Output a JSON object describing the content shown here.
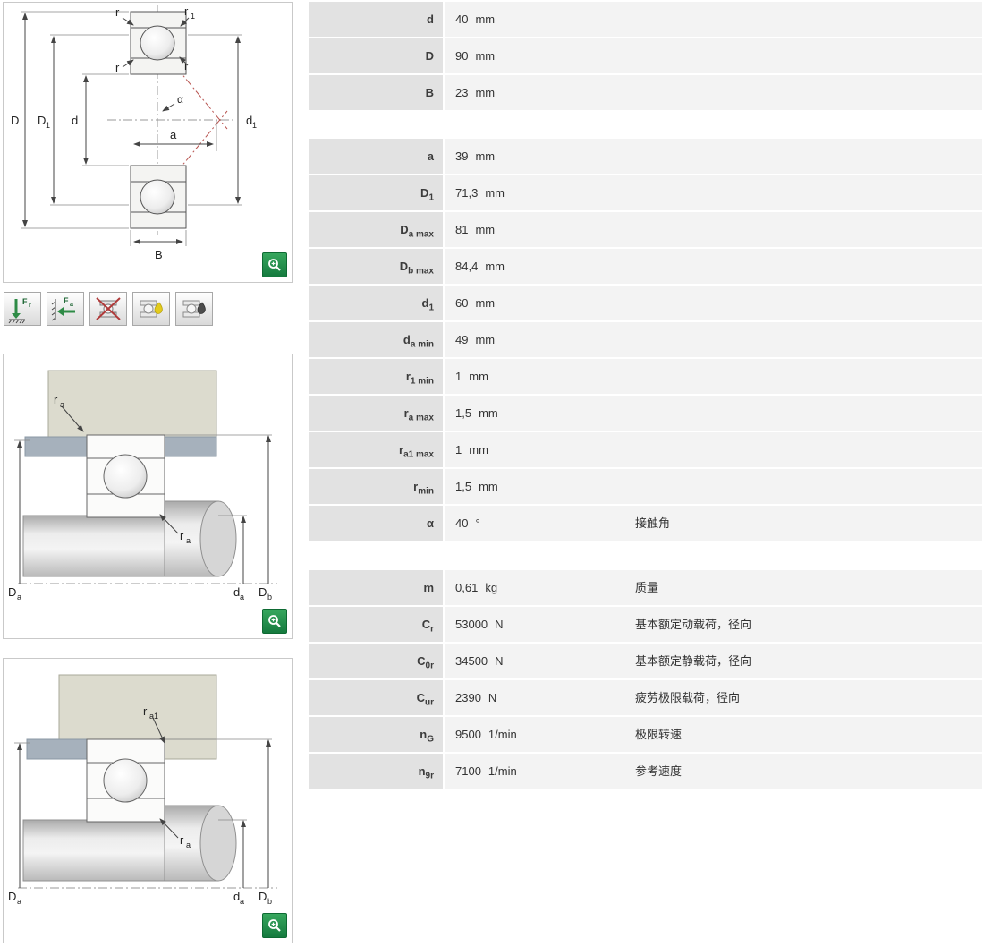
{
  "drawing1": {
    "labels": {
      "r_top": "r",
      "r1_main": "r",
      "r1_sub": "1",
      "r_mid_left": "r",
      "r_mid_right": "r",
      "D": "D",
      "D1_main": "D",
      "D1_sub": "1",
      "d": "d",
      "alpha": "α",
      "a": "a",
      "d1_main": "d",
      "d1_sub": "1",
      "B": "B"
    }
  },
  "drawing2": {
    "labels": {
      "ra_main": "r",
      "ra_sub": "a",
      "Da_main": "D",
      "Da_sub": "a",
      "da_main": "d",
      "da_sub": "a",
      "Db_main": "D",
      "Db_sub": "b"
    }
  },
  "drawing3": {
    "labels": {
      "ra1_main": "r",
      "ra1_sub": "a1",
      "ra_main": "r",
      "ra_sub": "a",
      "Da_main": "D",
      "Da_sub": "a",
      "da_main": "d",
      "da_sub": "a",
      "Db_main": "D",
      "Db_sub": "b"
    }
  },
  "icons": [
    {
      "label_main": "F",
      "label_sub": "r"
    },
    {
      "label_main": "F",
      "label_sub": "a"
    },
    {},
    {},
    {}
  ],
  "colors": {
    "accent_green": "#157a3e",
    "red_line": "#b85450",
    "housing_beige": "#dcdbce",
    "spacer_blue": "#a6b1bc"
  },
  "tables": [
    {
      "rows": [
        {
          "main": "d",
          "sub": "",
          "value": "40",
          "unit": "mm",
          "desc": ""
        },
        {
          "main": "D",
          "sub": "",
          "value": "90",
          "unit": "mm",
          "desc": ""
        },
        {
          "main": "B",
          "sub": "",
          "value": "23",
          "unit": "mm",
          "desc": ""
        }
      ]
    },
    {
      "rows": [
        {
          "main": "a",
          "sub": "",
          "value": "39",
          "unit": "mm",
          "desc": ""
        },
        {
          "main": "D",
          "sub": "1",
          "value": "71,3",
          "unit": "mm",
          "desc": ""
        },
        {
          "main": "D",
          "sub": "a max",
          "value": "81",
          "unit": "mm",
          "desc": ""
        },
        {
          "main": "D",
          "sub": "b max",
          "value": "84,4",
          "unit": "mm",
          "desc": ""
        },
        {
          "main": "d",
          "sub": "1",
          "value": "60",
          "unit": "mm",
          "desc": ""
        },
        {
          "main": "d",
          "sub": "a min",
          "value": "49",
          "unit": "mm",
          "desc": ""
        },
        {
          "main": "r",
          "sub": "1 min",
          "value": "1",
          "unit": "mm",
          "desc": ""
        },
        {
          "main": "r",
          "sub": "a max",
          "value": "1,5",
          "unit": "mm",
          "desc": ""
        },
        {
          "main": "r",
          "sub": "a1 max",
          "value": "1",
          "unit": "mm",
          "desc": ""
        },
        {
          "main": "r",
          "sub": "min",
          "value": "1,5",
          "unit": "mm",
          "desc": ""
        },
        {
          "main": "α",
          "sub": "",
          "value": "40",
          "unit": "°",
          "desc": "接触角"
        }
      ]
    },
    {
      "rows": [
        {
          "main": "m",
          "sub": "",
          "value": "0,61",
          "unit": "kg",
          "desc": "质量"
        },
        {
          "main": "C",
          "sub": "r",
          "value": "53000",
          "unit": "N",
          "desc": "基本额定动载荷，径向"
        },
        {
          "main": "C",
          "sub": "0r",
          "value": "34500",
          "unit": "N",
          "desc": "基本额定静载荷，径向"
        },
        {
          "main": "C",
          "sub": "ur",
          "value": "2390",
          "unit": "N",
          "desc": "疲劳极限载荷，径向"
        },
        {
          "main": "n",
          "sub": "G",
          "value": "9500",
          "unit": "1/min",
          "desc": "极限转速"
        },
        {
          "main": "n",
          "sub": "9r",
          "value": "7100",
          "unit": "1/min",
          "desc": "参考速度"
        }
      ]
    }
  ]
}
